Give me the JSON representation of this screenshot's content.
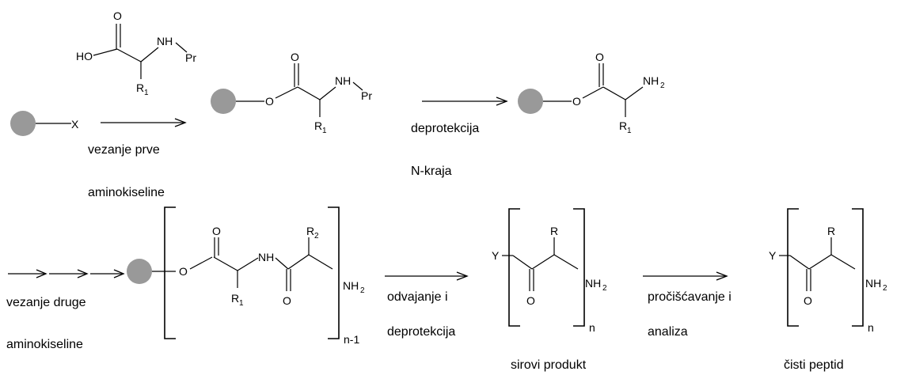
{
  "colors": {
    "resin": "#999999",
    "ink": "#000000"
  },
  "atoms": {
    "O": "O",
    "HO": "HO",
    "NH": "NH",
    "NH2": "NH",
    "h_sub": "2",
    "Pr": "Pr",
    "R": "R",
    "R1": "R",
    "R2": "R",
    "sub1": "1",
    "sub2": "2",
    "X": "X",
    "Y": "Y",
    "n": "n",
    "n_minus_1": "n-1"
  },
  "labels": {
    "step1_line1": "vezanje prve",
    "step1_line2": "aminokiseline",
    "step2_line1": "deprotekcija",
    "step2_line2": "N-kraja",
    "step3_line1": "vezanje druge",
    "step3_line2": "aminokiseline",
    "step4_line1": "odvajanje i",
    "step4_line2": "deprotekcija",
    "step5_line1": "pročišćavanje i",
    "step5_line2": "analiza",
    "crude_product": "sirovi produkt",
    "pure_peptide": "čisti peptid"
  }
}
